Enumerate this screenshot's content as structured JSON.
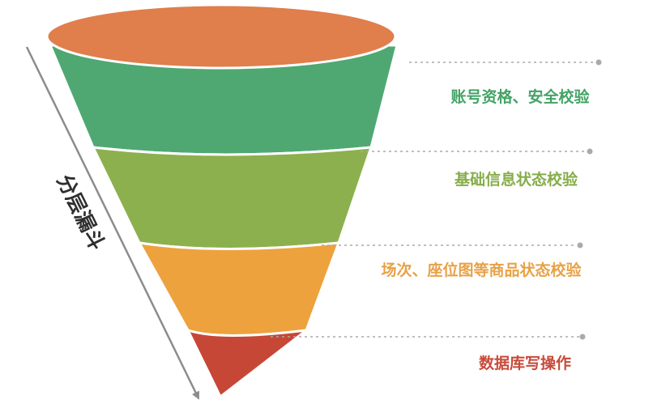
{
  "side_label": "分层漏斗",
  "layers": [
    {
      "label": "账号资格、安全校验",
      "color": "#4fa872",
      "text_color": "#43a366"
    },
    {
      "label": "基础信息状态校验",
      "color": "#8db04f",
      "text_color": "#86ad4a"
    },
    {
      "label": "场次、座位图等商品状态校验",
      "color": "#eda23e",
      "text_color": "#e8a147"
    },
    {
      "label": "数据库写操作",
      "color": "#c64736",
      "text_color": "#c84a3a"
    }
  ],
  "colors": {
    "funnel_top": "#e07e4c",
    "connector": "#aaaaaa",
    "arrow": "#8c8c8c"
  }
}
